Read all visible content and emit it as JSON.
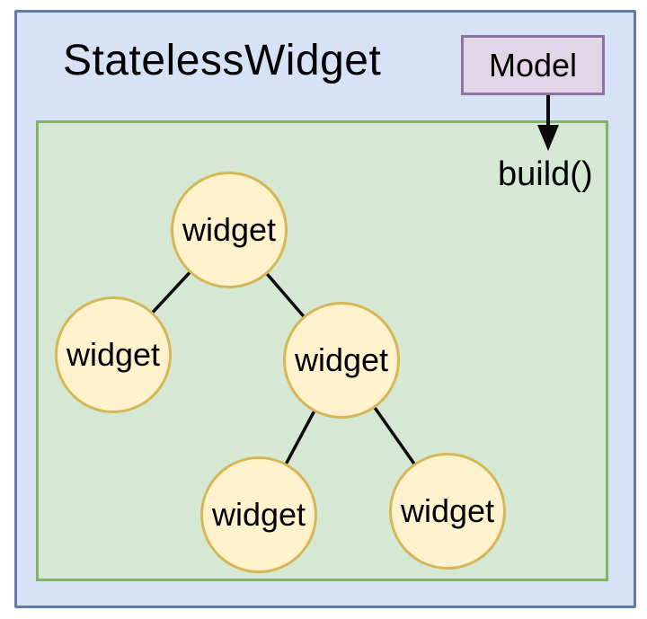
{
  "diagram": {
    "title": "StatelessWidget",
    "model": {
      "label": "Model"
    },
    "build_label": "build()",
    "connector": {
      "from": "Model",
      "to": "build()",
      "direction": "down",
      "style": "solid-arrow"
    },
    "tree": {
      "nodes": [
        {
          "id": "root",
          "label": "widget"
        },
        {
          "id": "child-left",
          "label": "widget"
        },
        {
          "id": "child-right",
          "label": "widget"
        },
        {
          "id": "grandchild-left",
          "label": "widget"
        },
        {
          "id": "grandchild-right",
          "label": "widget"
        }
      ],
      "edges": [
        {
          "from": "root",
          "to": "child-left"
        },
        {
          "from": "root",
          "to": "child-right"
        },
        {
          "from": "child-right",
          "to": "grandchild-left"
        },
        {
          "from": "child-right",
          "to": "grandchild-right"
        }
      ]
    }
  },
  "colors": {
    "page_bg": "#ffffff",
    "outer_fill": "#d8e2f6",
    "outer_border": "#5f7da6",
    "tree_area_fill": "#d5e8d4",
    "tree_area_border": "#82b366",
    "node_fill": "#fff2cc",
    "node_border": "#d6b656",
    "model_fill": "#e1d5e7",
    "model_border": "#8d74a0",
    "edge_line": "#0a0a0a",
    "text": "#000000"
  }
}
